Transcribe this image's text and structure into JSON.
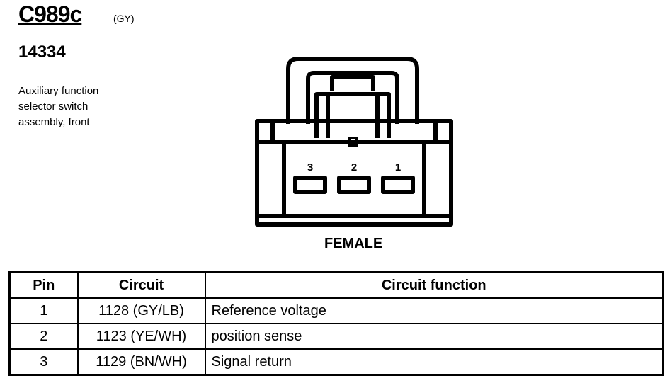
{
  "connector": {
    "id": "C989c",
    "color_code": "(GY)",
    "part_number": "14334",
    "description": [
      "Auxiliary function",
      "selector switch",
      "assembly, front"
    ],
    "gender": "FEMALE",
    "pins": [
      {
        "label": "3"
      },
      {
        "label": "2"
      },
      {
        "label": "1"
      }
    ]
  },
  "table": {
    "headers": {
      "pin": "Pin",
      "circuit": "Circuit",
      "function": "Circuit function"
    },
    "rows": [
      {
        "pin": "1",
        "circuit": "1128 (GY/LB)",
        "function": "Reference voltage"
      },
      {
        "pin": "2",
        "circuit": "1123 (YE/WH)",
        "function": "position sense"
      },
      {
        "pin": "3",
        "circuit": "1129 (BN/WH)",
        "function": "Signal return"
      }
    ]
  }
}
